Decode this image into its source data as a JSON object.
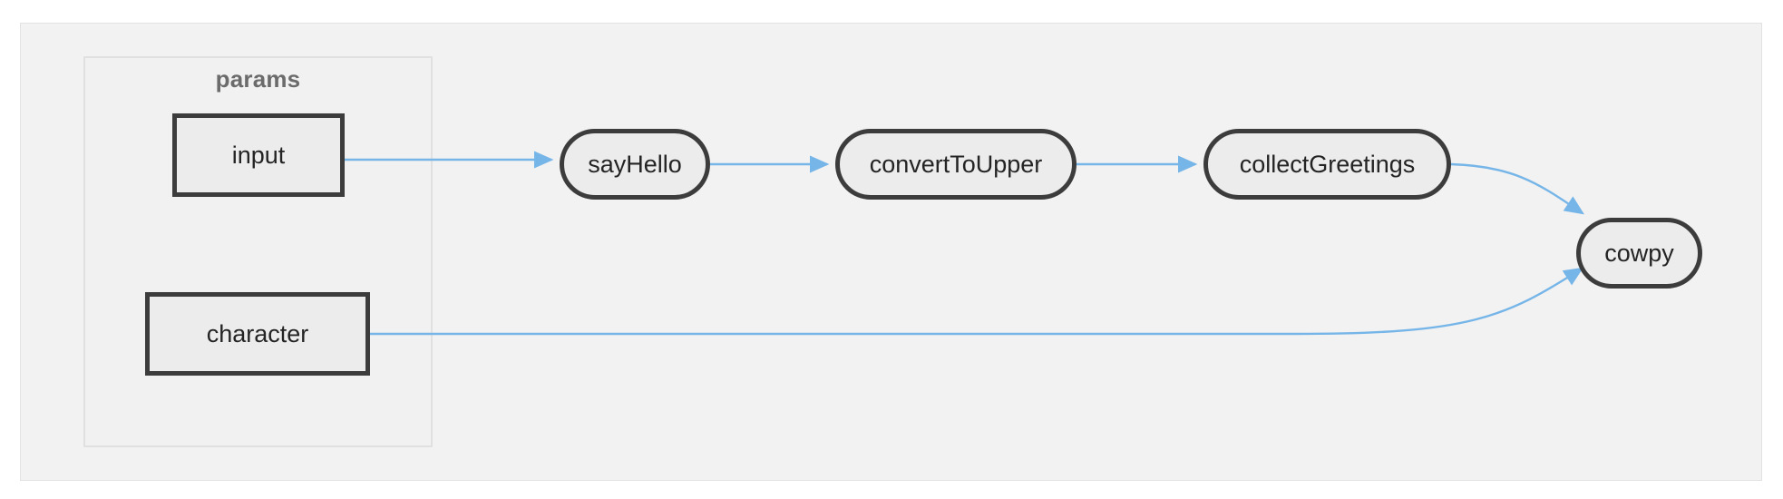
{
  "diagram": {
    "type": "flowchart",
    "direction": "left-to-right",
    "background_color": "#ffffff",
    "frame_color": "#f2f2f2",
    "edge_color": "#76b5e8",
    "node_border_color": "#3c3c3c",
    "node_fill_color": "#ececec",
    "cluster_label_color": "#6b6b6b"
  },
  "cluster": {
    "label": "params"
  },
  "nodes": {
    "input": {
      "label": "input",
      "shape": "rectangle"
    },
    "character": {
      "label": "character",
      "shape": "rectangle"
    },
    "sayHello": {
      "label": "sayHello",
      "shape": "stadium"
    },
    "convertToUpper": {
      "label": "convertToUpper",
      "shape": "stadium"
    },
    "collectGreetings": {
      "label": "collectGreetings",
      "shape": "stadium"
    },
    "cowpy": {
      "label": "cowpy",
      "shape": "stadium"
    }
  },
  "edges": [
    {
      "from": "input",
      "to": "sayHello",
      "style": "straight-arrow"
    },
    {
      "from": "sayHello",
      "to": "convertToUpper",
      "style": "straight-arrow"
    },
    {
      "from": "convertToUpper",
      "to": "collectGreetings",
      "style": "straight-arrow"
    },
    {
      "from": "collectGreetings",
      "to": "cowpy",
      "style": "curved-arrow"
    },
    {
      "from": "character",
      "to": "cowpy",
      "style": "curved-arrow"
    }
  ]
}
